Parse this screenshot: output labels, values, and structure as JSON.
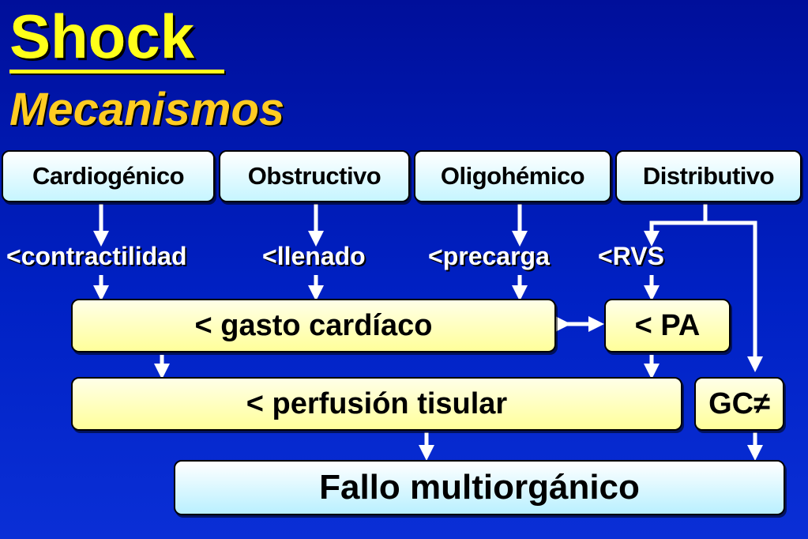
{
  "title": "Shock",
  "subtitle": "Mecanismos",
  "causes": [
    {
      "label": "Cardiogénico"
    },
    {
      "label": "Obstructivo"
    },
    {
      "label": "Oligohémico"
    },
    {
      "label": "Distributivo"
    }
  ],
  "mechanisms": [
    {
      "label": "<contractilidad"
    },
    {
      "label": "<llenado"
    },
    {
      "label": "<precarga"
    },
    {
      "label": "<RVS"
    }
  ],
  "effects": {
    "cardiac_output": "< gasto cardíaco",
    "blood_pressure": "< PA",
    "tissue_perfusion": "< perfusión tisular",
    "gc": "GC≠"
  },
  "outcome": "Fallo multiorgánico",
  "colors": {
    "background": "#0021c4",
    "title": "#ffff1a",
    "subtitle": "#ffcc22",
    "cause_box": "#c6f5ff",
    "effect_box": "#ffff9a",
    "arrow": "#ffffff"
  }
}
